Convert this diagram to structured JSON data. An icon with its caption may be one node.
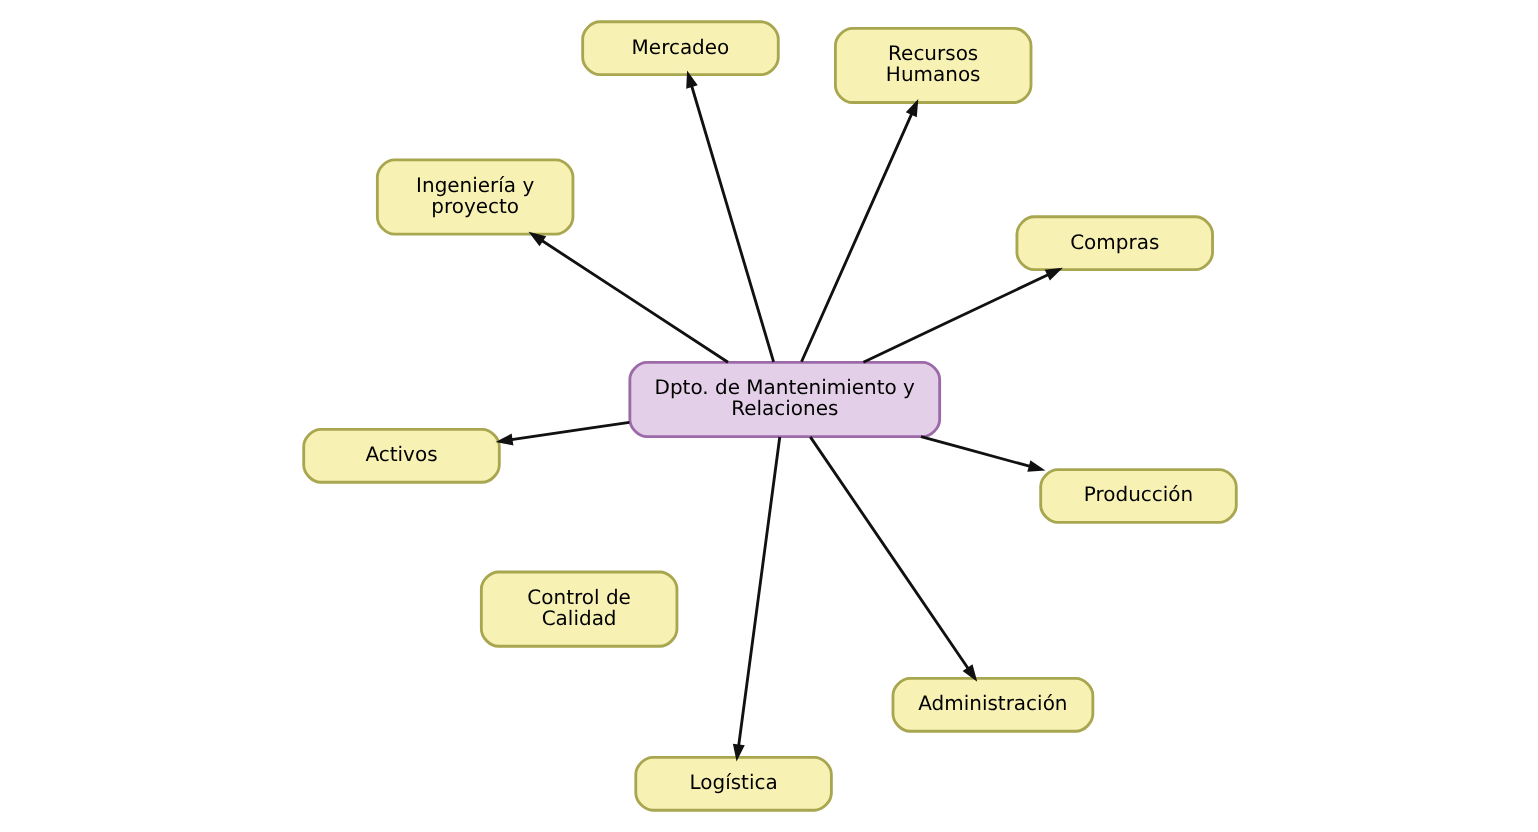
{
  "diagram": {
    "nodes": [
      {
        "text": [
          "Dpto. de Mantenimiento y Relaciones"
        ]
      },
      {
        "text": [
          "Compras"
        ]
      },
      {
        "text": [
          "Logística"
        ]
      },
      {
        "text": [
          "Ingeniería y proyecto"
        ]
      },
      {
        "text": [
          "Recursos Humanos"
        ]
      },
      {
        "text": [
          "Mercadeo"
        ]
      },
      {
        "text": [
          "Activos"
        ]
      },
      {
        "text": [
          "Producción"
        ]
      },
      {
        "text": [
          "Control de Calidad"
        ]
      },
      {
        "text": [
          "Administración"
        ]
      }
    ],
    "edges": [
      {
        "from": 0,
        "to": 1,
        "arrow": "to"
      },
      {
        "from": 0,
        "to": 2,
        "arrow": "to"
      },
      {
        "from": 0,
        "to": 3,
        "arrow": "to"
      },
      {
        "from": 0,
        "to": 4,
        "arrow": "to"
      },
      {
        "from": 0,
        "to": 5,
        "arrow": "to"
      },
      {
        "from": 0,
        "to": 6,
        "arrow": "to"
      },
      {
        "from": 0,
        "to": 7,
        "arrow": "to"
      },
      {
        "from": 0,
        "to": 9,
        "arrow": "to"
      }
    ]
  }
}
